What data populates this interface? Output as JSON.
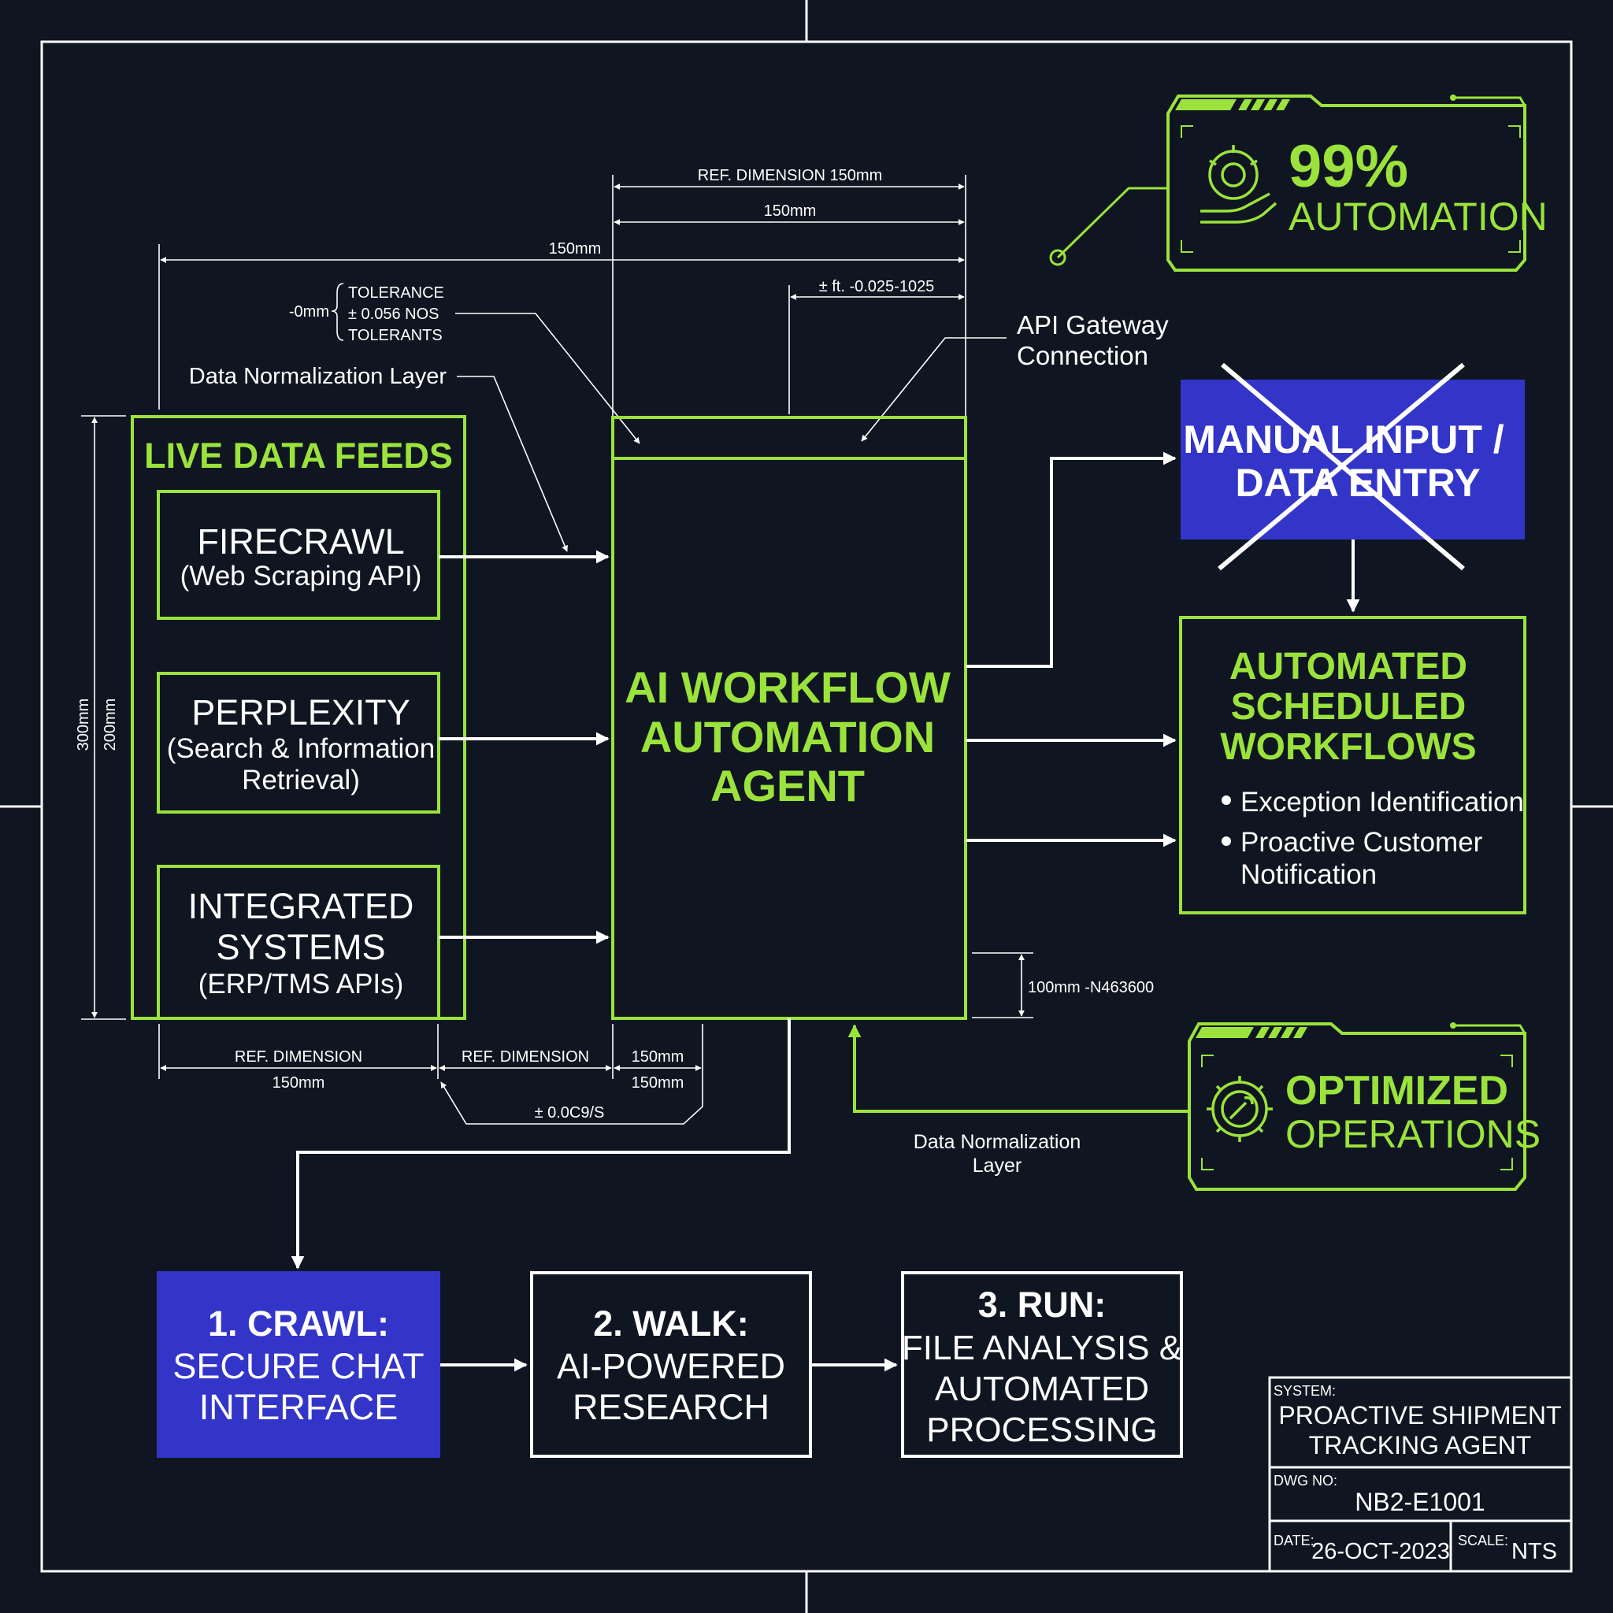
{
  "colors": {
    "background": "#0f1621",
    "accent_green": "#9be33c",
    "line": "#ffffff",
    "blue": "#3335c9"
  },
  "live_feeds": {
    "title": "LIVE DATA FEEDS",
    "firecrawl": {
      "name": "FIRECRAWL",
      "desc": "(Web Scraping API)"
    },
    "perplexity": {
      "name": "PERPLEXITY",
      "desc_line1": "(Search & Information",
      "desc_line2": "Retrieval)"
    },
    "integrated": {
      "line1": "INTEGRATED",
      "line2": "SYSTEMS",
      "desc": "(ERP/TMS APIs)"
    }
  },
  "agent": {
    "line1": "AI WORKFLOW",
    "line2": "AUTOMATION",
    "line3": "AGENT"
  },
  "manual": {
    "line1": "MANUAL INPUT /",
    "line2": "DATA ENTRY"
  },
  "automated": {
    "line1": "AUTOMATED",
    "line2": "SCHEDULED",
    "line3": "WORKFLOWS",
    "bullet1": "Exception Identification",
    "bullet2_line1": "Proactive Customer",
    "bullet2_line2": "Notification"
  },
  "badge_automation": {
    "value": "99%",
    "label": "AUTOMATION",
    "icon": "gear-hand-icon"
  },
  "badge_optimized": {
    "line1": "OPTIMIZED",
    "line2": "OPERATIONS",
    "icon": "gear-wrench-icon"
  },
  "annotations": {
    "ref_dim_150": "REF. DIMENSION 150mm",
    "dim_150_a": "150mm",
    "dim_150_b": "150mm",
    "tol_small": "± ft. -0.025-1025",
    "tol_0mm": "-0mm",
    "tol_line1": "TOLERANCE",
    "tol_line2": "± 0.056 NOS",
    "tol_line3": "TOLERANTS",
    "data_norm_top": "Data Normalization Layer",
    "api_gw_line1": "API Gateway",
    "api_gw_line2": "Connection",
    "dim_300": "300mm",
    "dim_200": "200mm",
    "dim_100": "100mm -N463600",
    "ref_dim_left": "REF. DIMENSION",
    "ref_dim_left_val": "150mm",
    "ref_dim_mid": "REF. DIMENSION",
    "dim_150_c": "150mm",
    "dim_150_d": "150mm",
    "tol_bottom": "± 0.0C9/S",
    "data_norm_bottom_line1": "Data Normalization",
    "data_norm_bottom_line2": "Layer"
  },
  "steps": {
    "crawl": {
      "title": "1. CRAWL:",
      "line1": "SECURE CHAT",
      "line2": "INTERFACE"
    },
    "walk": {
      "title": "2. WALK:",
      "line1": "AI-POWERED",
      "line2": "RESEARCH"
    },
    "run": {
      "title": "3. RUN:",
      "line1": "FILE ANALYSIS &",
      "line2": "AUTOMATED",
      "line3": "PROCESSING"
    }
  },
  "title_block": {
    "system_label": "SYSTEM:",
    "system_line1": "PROACTIVE SHIPMENT",
    "system_line2": "TRACKING AGENT",
    "dwg_label": "DWG NO:",
    "dwg_value": "NB2-E1001",
    "date_label": "DATE:",
    "date_value": "26-OCT-2023",
    "scale_label": "SCALE:",
    "scale_value": "NTS"
  }
}
